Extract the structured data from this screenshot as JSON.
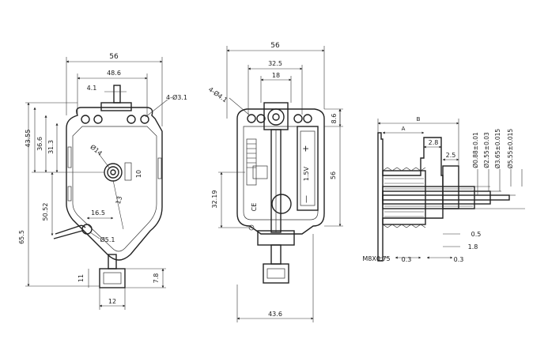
{
  "left_view": {
    "width_56": "56",
    "width_48_6": "48.6",
    "dim_4_1": "4.1",
    "holes_4_phi3_1": "4-Ø3.1",
    "height_43_55": "43.55",
    "height_36_6": "36.6",
    "height_31_3": "31.3",
    "phi_14": "Ø14",
    "dim_10": "10",
    "dim_50_52": "50.52",
    "dim_16_5": "16.5",
    "dim_13": "13",
    "phi_5_1": "Ø5.1",
    "height_65_5": "65.5",
    "dim_11": "11",
    "dim_7_8": "7.8",
    "width_12": "12"
  },
  "middle_view": {
    "width_56": "56",
    "width_32_5": "32.5",
    "width_18": "18",
    "holes_4_phi4_1": "4-Ø4.1",
    "dim_8_6": "8.6",
    "height_56": "56",
    "height_32_19": "32.19",
    "width_43_6": "43.6",
    "battery_label": "1.5V",
    "battery_plus": "+",
    "battery_minus": "—",
    "ce_mark": "CE"
  },
  "right_view": {
    "dim_B": "B",
    "dim_A": "A",
    "dim_2_8": "2.8",
    "dim_2_5": "2.5",
    "phi_0_88": "Ø0.88±0.01",
    "phi_2_55": "Ø2.55±0.03",
    "phi_3_65": "Ø3.65±0.015",
    "phi_5_55": "Ø5.55±0.015",
    "dim_0_5": "0.5",
    "dim_1_8": "1.8",
    "thread": "M8X0.75",
    "dim_0_3_left": "0.3",
    "dim_0_3_right": "0.3"
  }
}
